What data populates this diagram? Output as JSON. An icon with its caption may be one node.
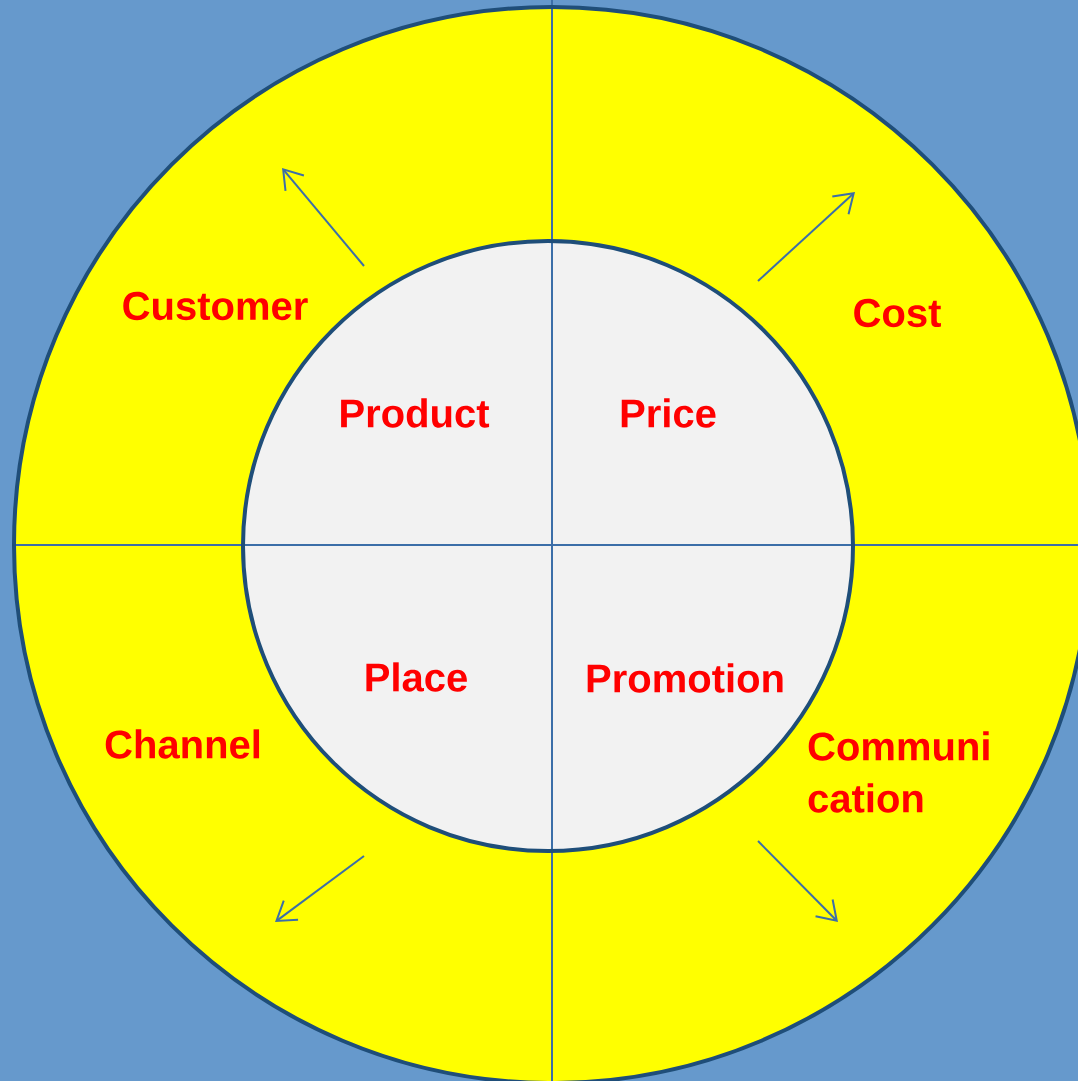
{
  "diagram": {
    "nodes": [
      {
        "text": [
          "Customer",
          "Cost",
          "Channel",
          "Communi cation"
        ]
      },
      {
        "text": [
          "Product",
          "Price",
          "Place",
          "Promotion"
        ],
        "in": 0
      }
    ]
  }
}
